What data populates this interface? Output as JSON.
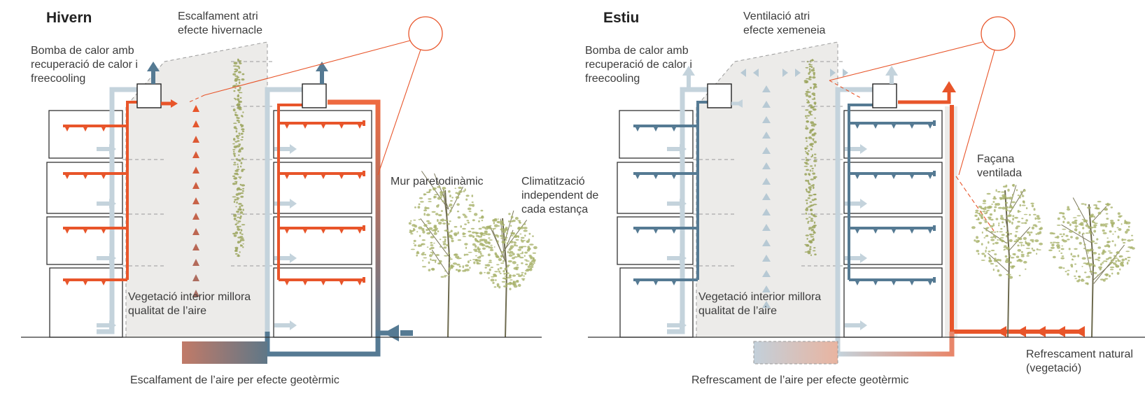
{
  "winter": {
    "title": "Hivern",
    "atrium_label": "Escalfament atri\nefecte hivernacle",
    "heatpump_label": "Bomba de calor amb\nrecuperació de calor i\nfreecooling",
    "wall_label": "Mur paretodinàmic",
    "vegetation_label": "Vegetació interior millora\nqualitat de l’aire",
    "geothermal_label": "Escalfament de l’aire per efecte geotèrmic"
  },
  "center": {
    "climate_label": "Climatització\nindependent de\ncada estança"
  },
  "summer": {
    "title": "Estiu",
    "atrium_label": "Ventilació atri\nefecte xemeneia",
    "heatpump_label": "Bomba de calor amb\nrecuperació de calor i\nfreecooling",
    "facade_label": "Façana\nventilada",
    "vegetation_label": "Vegetació interior millora\nqualitat de l’aire",
    "natural_label": "Refrescament natural\n(vegetació)",
    "geothermal_label": "Refrescament de l’aire per efecte geotèrmic"
  },
  "colors": {
    "warm": "#e8552a",
    "cool": "#557a93",
    "air": "#c4d3dc",
    "atrium": "#ecebe9",
    "vegetation": "#9aa35a",
    "tree": "#a8b26a"
  }
}
